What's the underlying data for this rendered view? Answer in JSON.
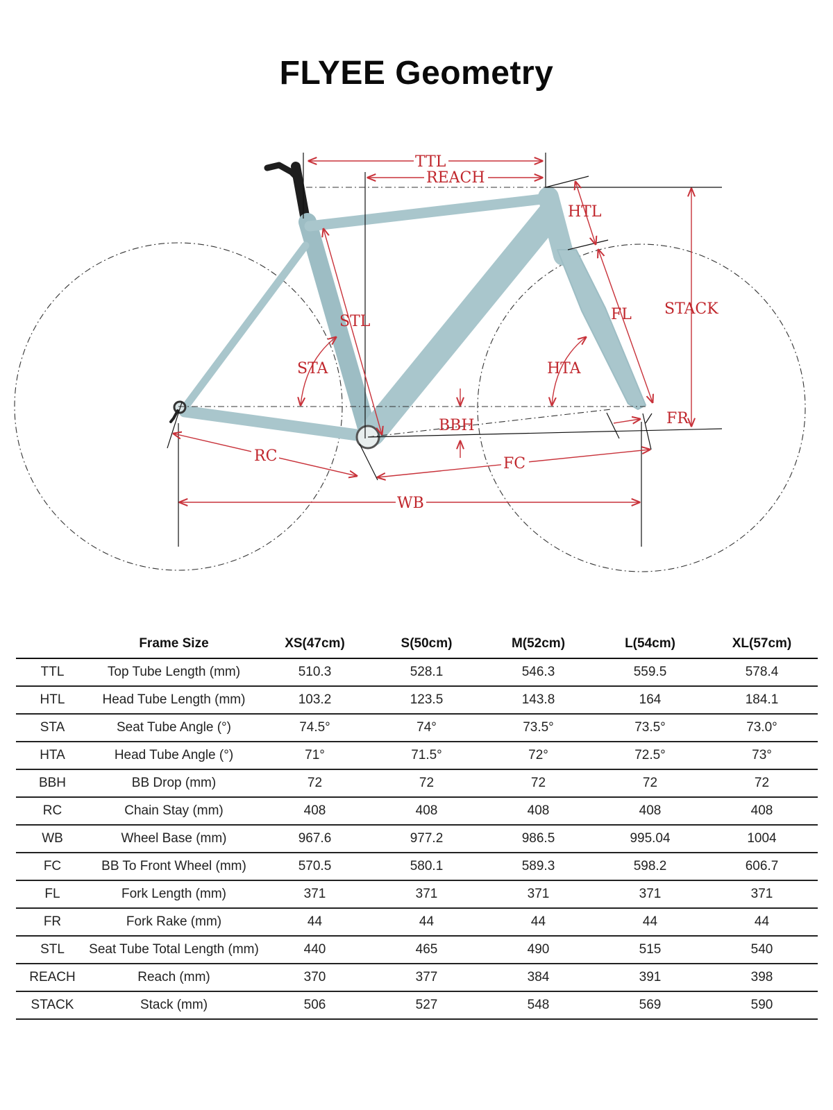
{
  "title": "FLYEE Geometry",
  "diagram": {
    "labels": {
      "ttl": "TTL",
      "reach": "REACH",
      "htl": "HTL",
      "stack": "STACK",
      "fl": "FL",
      "stl": "STL",
      "sta": "STA",
      "hta": "HTA",
      "bbh": "BBH",
      "fr": "FR",
      "rc": "RC",
      "fc": "FC",
      "wb": "WB"
    },
    "colors": {
      "frame": "#a9c6cc",
      "frame_shadow": "#7fa3aa",
      "dimension": "#c8323a",
      "dim_text": "#c0262c"
    }
  },
  "table": {
    "corner": "",
    "header_label": "Frame Size",
    "sizes": [
      "XS(47cm)",
      "S(50cm)",
      "M(52cm)",
      "L(54cm)",
      "XL(57cm)"
    ],
    "rows": [
      {
        "code": "TTL",
        "name": "Top Tube Length (mm)",
        "values": [
          "510.3",
          "528.1",
          "546.3",
          "559.5",
          "578.4"
        ]
      },
      {
        "code": "HTL",
        "name": "Head Tube Length (mm)",
        "values": [
          "103.2",
          "123.5",
          "143.8",
          "164",
          "184.1"
        ]
      },
      {
        "code": "STA",
        "name": "Seat Tube Angle (°)",
        "values": [
          "74.5°",
          "74°",
          "73.5°",
          "73.5°",
          "73.0°"
        ]
      },
      {
        "code": "HTA",
        "name": "Head Tube Angle (°)",
        "values": [
          "71°",
          "71.5°",
          "72°",
          "72.5°",
          "73°"
        ]
      },
      {
        "code": "BBH",
        "name": "BB Drop (mm)",
        "values": [
          "72",
          "72",
          "72",
          "72",
          "72"
        ]
      },
      {
        "code": "RC",
        "name": "Chain Stay (mm)",
        "values": [
          "408",
          "408",
          "408",
          "408",
          "408"
        ]
      },
      {
        "code": "WB",
        "name": "Wheel Base (mm)",
        "values": [
          "967.6",
          "977.2",
          "986.5",
          "995.04",
          "1004"
        ]
      },
      {
        "code": "FC",
        "name": "BB To Front Wheel (mm)",
        "values": [
          "570.5",
          "580.1",
          "589.3",
          "598.2",
          "606.7"
        ]
      },
      {
        "code": "FL",
        "name": "Fork Length (mm)",
        "values": [
          "371",
          "371",
          "371",
          "371",
          "371"
        ]
      },
      {
        "code": "FR",
        "name": "Fork Rake (mm)",
        "values": [
          "44",
          "44",
          "44",
          "44",
          "44"
        ]
      },
      {
        "code": "STL",
        "name": "Seat Tube Total Length (mm)",
        "values": [
          "440",
          "465",
          "490",
          "515",
          "540"
        ]
      },
      {
        "code": "REACH",
        "name": "Reach (mm)",
        "values": [
          "370",
          "377",
          "384",
          "391",
          "398"
        ]
      },
      {
        "code": "STACK",
        "name": "Stack (mm)",
        "values": [
          "506",
          "527",
          "548",
          "569",
          "590"
        ]
      }
    ]
  }
}
